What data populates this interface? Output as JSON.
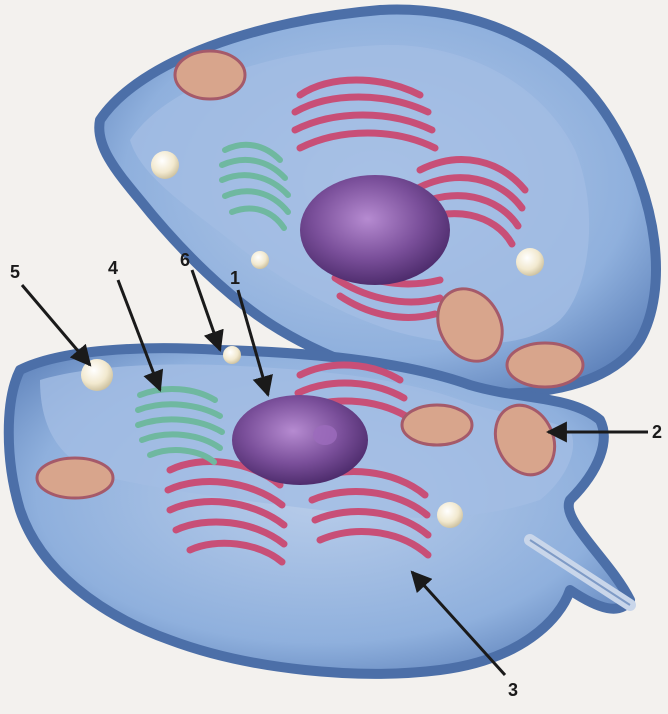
{
  "figure": {
    "description_hidden": "",
    "labels": [
      {
        "id": "1",
        "text": "1"
      },
      {
        "id": "2",
        "text": "2"
      },
      {
        "id": "3",
        "text": "3"
      },
      {
        "id": "4",
        "text": "4"
      },
      {
        "id": "5",
        "text": "5"
      },
      {
        "id": "6",
        "text": "6"
      }
    ]
  },
  "colors": {
    "background": "#f3f1ee",
    "cytoplasm": "#8fb0dd",
    "cytoplasm_dark": "#4c6fa8",
    "nucleus": "#7a4f9a",
    "nucleus_light": "#a77cc4",
    "er": "#c84f77",
    "golgi": "#6fb8a0",
    "mitochondria_outer": "#d8a58c",
    "mitochondria_inner": "#a55a6a",
    "vesicle": "#f2e9cf",
    "arrow": "#1a1a1a"
  }
}
